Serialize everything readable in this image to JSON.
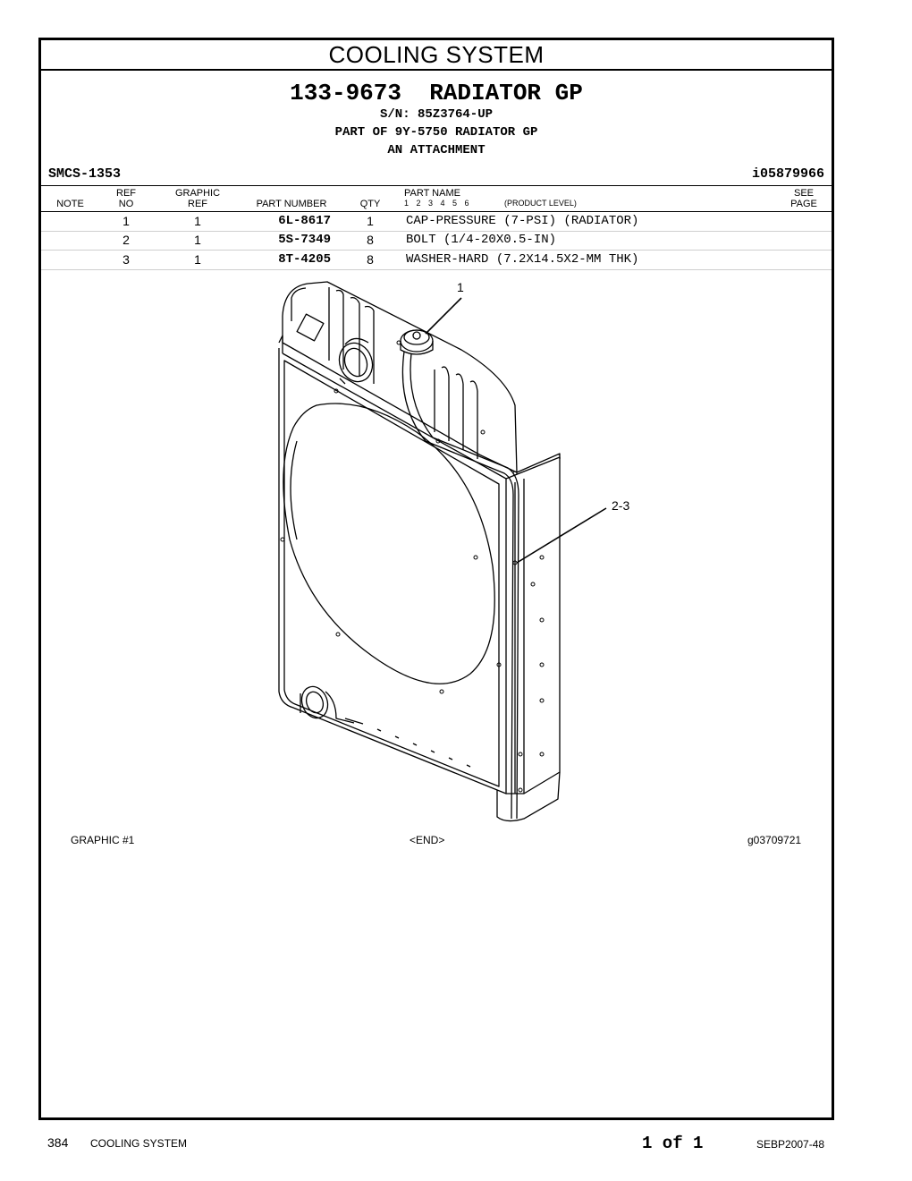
{
  "header": {
    "section_title": "COOLING SYSTEM",
    "group_number": "133-9673",
    "group_name": "RADIATOR GP",
    "serial": "S/N: 85Z3764-UP",
    "part_of": "PART OF 9Y-5750 RADIATOR GP",
    "attachment": "AN ATTACHMENT",
    "smcs": "SMCS-1353",
    "doc_id": "i05879966"
  },
  "columns": {
    "note": "NOTE",
    "ref_top": "REF",
    "ref_bottom": "NO",
    "graphic_top": "GRAPHIC",
    "graphic_bottom": "REF",
    "part_number": "PART NUMBER",
    "qty": "QTY",
    "part_name": "PART NAME",
    "levels": "1 2 3 4 5 6",
    "product_level": "(PRODUCT LEVEL)",
    "see_top": "SEE",
    "see_bottom": "PAGE"
  },
  "parts": [
    {
      "ref": "1",
      "graphic": "1",
      "part_number": "6L-8617",
      "qty": "1",
      "name": "CAP-PRESSURE (7-PSI) (RADIATOR)"
    },
    {
      "ref": "2",
      "graphic": "1",
      "part_number": "5S-7349",
      "qty": "8",
      "name": "BOLT (1/4-20X0.5-IN)"
    },
    {
      "ref": "3",
      "graphic": "1",
      "part_number": "8T-4205",
      "qty": "8",
      "name": "WASHER-HARD (7.2X14.5X2-MM THK)"
    }
  ],
  "illustration": {
    "callout_1": "1",
    "callout_2": "2-3",
    "graphic_label": "GRAPHIC #1",
    "end_marker": "<END>",
    "graphic_id": "g03709721"
  },
  "footer": {
    "page_number": "384",
    "section": "COOLING SYSTEM",
    "page_count": "1 of 1",
    "doc_number": "SEBP2007-48"
  }
}
